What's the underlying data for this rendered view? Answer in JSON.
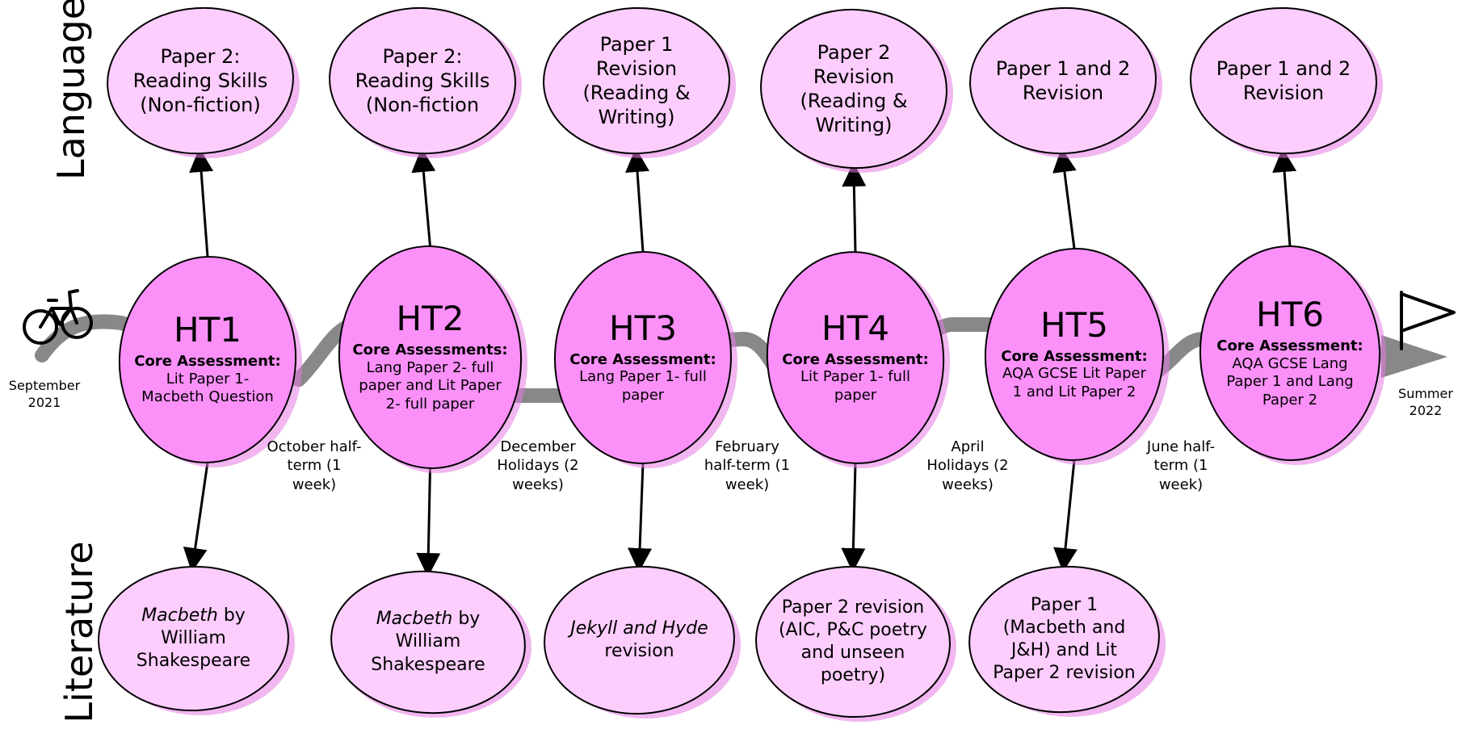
{
  "side_labels": {
    "top": "Language",
    "bottom": "Literature"
  },
  "start": {
    "label": "September 2021",
    "icon": "bicycle-icon"
  },
  "end": {
    "label": "Summer 2022",
    "icon": "flag-icon"
  },
  "colors": {
    "ht_fill": "#fb90f9",
    "outer_fill": "#fccdfd",
    "shadow": "#e87ae6",
    "road": "#888888"
  },
  "half_terms": [
    {
      "title": "HT1",
      "core": "Core Assessment:",
      "detail": "Lit Paper 1- Macbeth Question",
      "language": "Paper 2: Reading Skills (Non-fiction)",
      "literature": {
        "italic": "Macbeth",
        "rest": " by William Shakespeare"
      }
    },
    {
      "title": "HT2",
      "core": "Core Assessments:",
      "detail": "Lang Paper 2- full paper and Lit Paper 2- full paper",
      "language": "Paper 2: Reading Skills (Non-fiction",
      "literature": {
        "italic": "Macbeth",
        "rest": " by William Shakespeare"
      }
    },
    {
      "title": "HT3",
      "core": "Core Assessment:",
      "detail": "Lang Paper 1- full paper",
      "language": "Paper 1 Revision (Reading & Writing)",
      "literature": {
        "italic": "Jekyll and Hyde",
        "rest": " revision"
      }
    },
    {
      "title": "HT4",
      "core": "Core Assessment:",
      "detail": "Lit Paper 1- full paper",
      "language": "Paper 2 Revision (Reading & Writing)",
      "literature": {
        "italic": "",
        "rest": "Paper 2 revision (AIC, P&C poetry and unseen poetry)"
      }
    },
    {
      "title": "HT5",
      "core": "Core Assessment:",
      "detail": "AQA GCSE Lit Paper 1 and Lit Paper 2",
      "language": "Paper 1 and 2 Revision",
      "literature": {
        "italic": "",
        "rest": "Paper 1 (Macbeth and J&H) and Lit Paper 2 revision"
      }
    },
    {
      "title": "HT6",
      "core": "Core Assessment:",
      "detail": "AQA GCSE Lang Paper 1 and Lang Paper 2",
      "language": "Paper 1 and 2 Revision",
      "literature": null
    }
  ],
  "breaks": [
    "October half-term (1 week)",
    "December Holidays (2 weeks)",
    "February half-term (1 week)",
    "April Holidays (2 weeks)",
    "June half-term (1 week)"
  ]
}
